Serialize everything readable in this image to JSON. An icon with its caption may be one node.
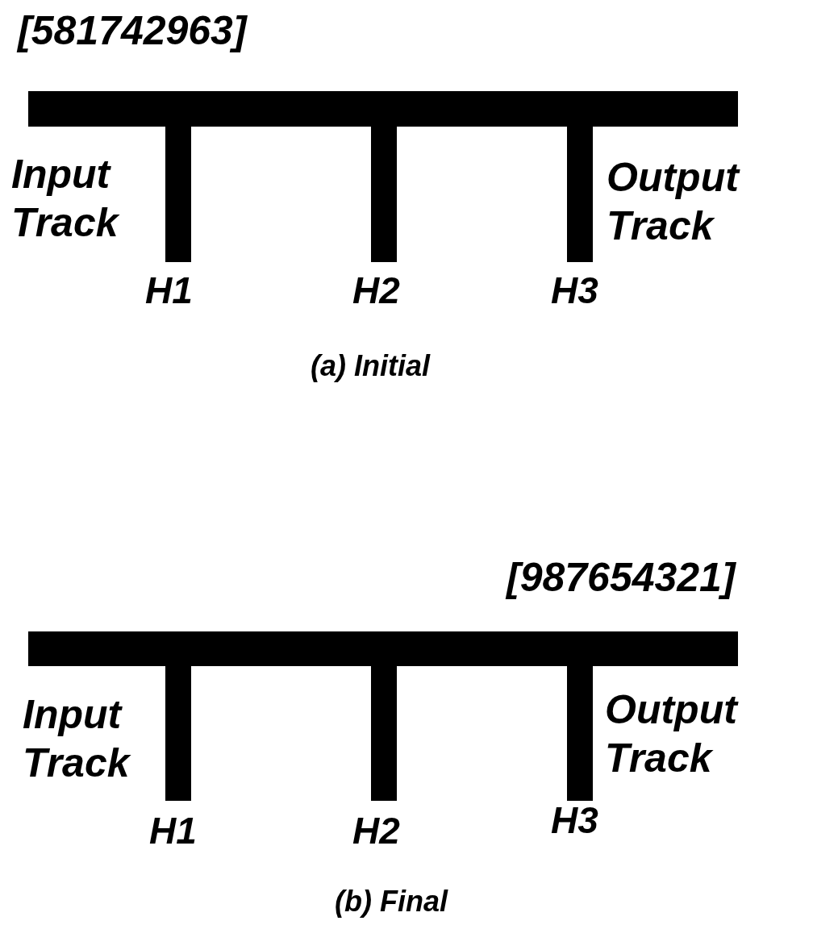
{
  "diagram": {
    "labels": [
      "[581742963]",
      "Input Track",
      "Output Track",
      "H1",
      "H2",
      "H3",
      "(a) Initial",
      "[987654321]",
      "Input Track",
      "Output Track",
      "H1",
      "H2",
      "H3",
      "(b) Final"
    ]
  }
}
